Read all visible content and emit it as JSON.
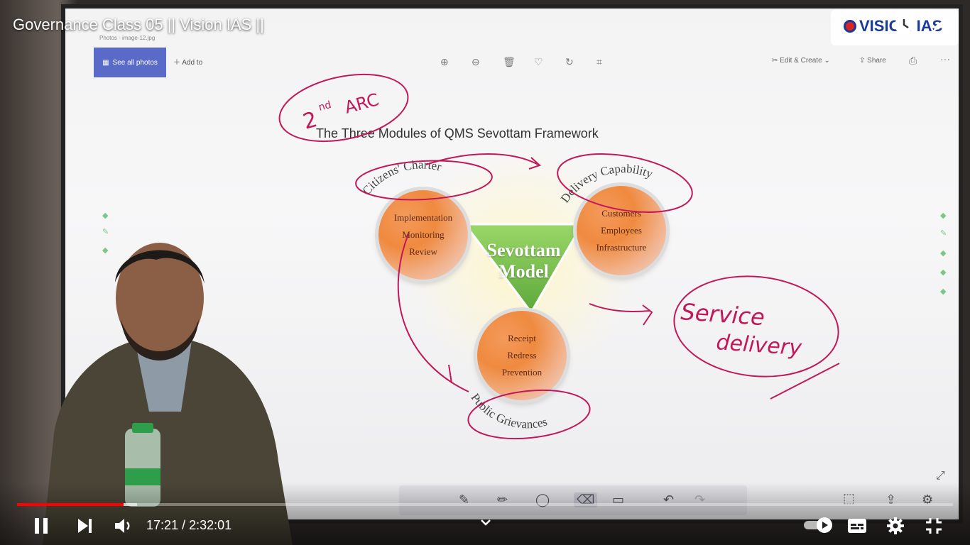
{
  "video": {
    "title": "Governance Class 05 || Vision IAS ||",
    "current_time": "17:21",
    "separator": "/",
    "duration": "2:32:01",
    "played_fraction": 0.114,
    "buffered_fraction": 0.128
  },
  "channel_logo": {
    "text": "VISION IAS"
  },
  "photos_app": {
    "path": "Photos - image-12.jpg",
    "see_all": "See all photos",
    "add_to": "Add to",
    "edit_create": "Edit & Create",
    "share": "Share"
  },
  "diagram": {
    "title": "The Three Modules of QMS Sevottam Framework",
    "center_line1": "Sevottam",
    "center_line2": "Model",
    "modules": [
      {
        "label": "Citizens' Charter",
        "items": [
          "Implementation",
          "Monitoring",
          "Review"
        ]
      },
      {
        "label": "Delivery Capability",
        "items": [
          "Customers",
          "Employees",
          "Infrastructure"
        ]
      },
      {
        "label": "Public Grievances",
        "items": [
          "Receipt",
          "Redress",
          "Prevention"
        ]
      }
    ]
  },
  "handwriting": {
    "arc_sup": "nd",
    "arc_num": "2",
    "arc_text": "ARC",
    "service_line1": "Service",
    "service_line2": "delivery"
  },
  "colors": {
    "progress": "#ff0000",
    "annotation": "#c2185b",
    "module_fill": "#ef8a3f",
    "center": "#7cc043"
  }
}
